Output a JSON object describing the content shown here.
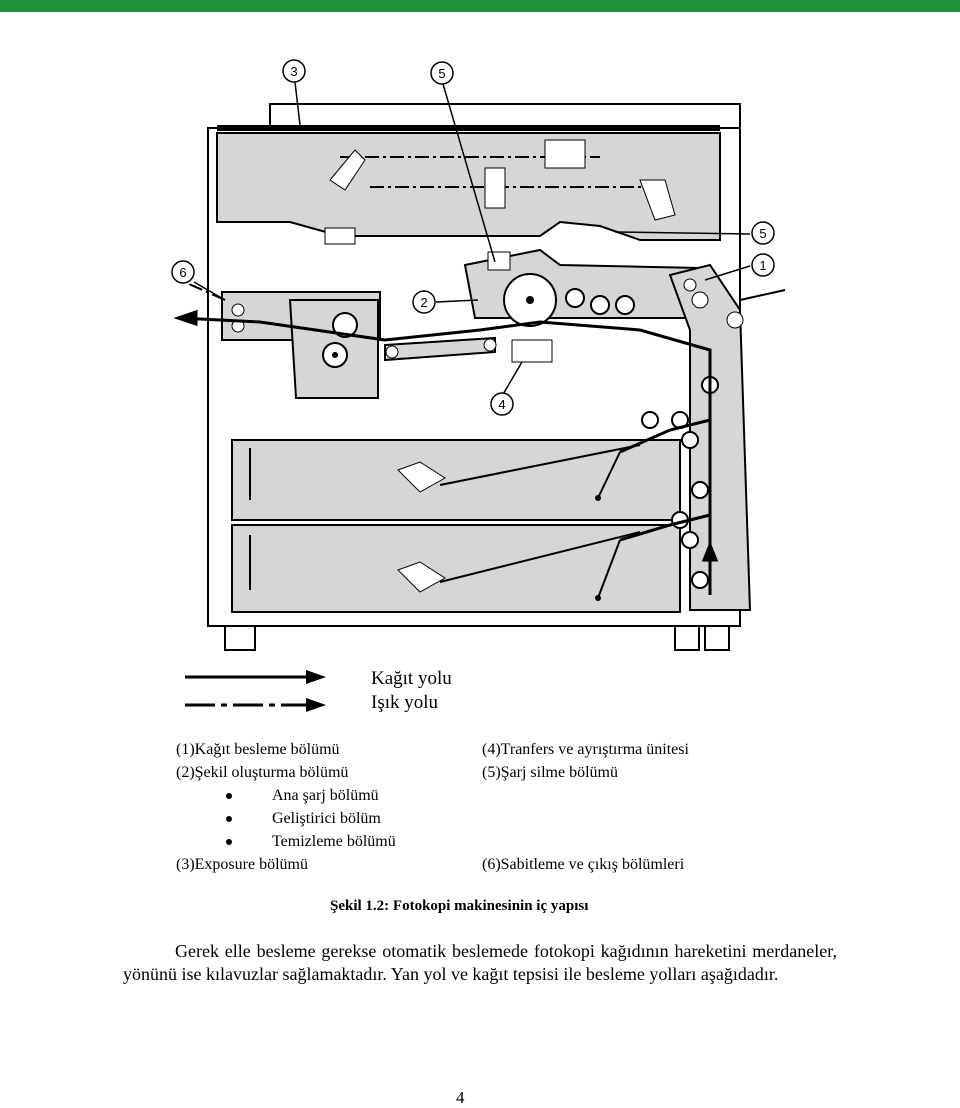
{
  "figure": {
    "callouts": [
      "3",
      "5",
      "5",
      "1",
      "6",
      "2",
      "4"
    ],
    "legend": {
      "paper_path_label": "Kağıt yolu",
      "light_path_label": "Işık yolu"
    }
  },
  "parts_left": {
    "item1": "(1)Kağıt besleme bölümü",
    "item2": "(2)Şekil oluşturma bölümü",
    "sub1": "Ana şarj bölümü",
    "sub2": "Geliştirici bölüm",
    "sub3": "Temizleme bölümü",
    "item3": "(3)Exposure bölümü"
  },
  "parts_right": {
    "item4": "(4)Tranfers ve ayrıştırma ünitesi",
    "item5": "(5)Şarj silme bölümü",
    "item6": "(6)Sabitleme ve çıkış bölümleri"
  },
  "caption": "Şekil 1.2: Fotokopi makinesinin iç yapısı",
  "paragraph": "Gerek elle besleme gerekse otomatik beslemede fotokopi kağıdının hareketini merdaneler, yönünü ise kılavuzlar sağlamaktadır. Yan yol ve kağıt tepsisi ile besleme yolları aşağıdadır.",
  "page_number": "4",
  "colors": {
    "top_bar": "#1f8f3a",
    "machine_fill": "#d6d6d6"
  }
}
